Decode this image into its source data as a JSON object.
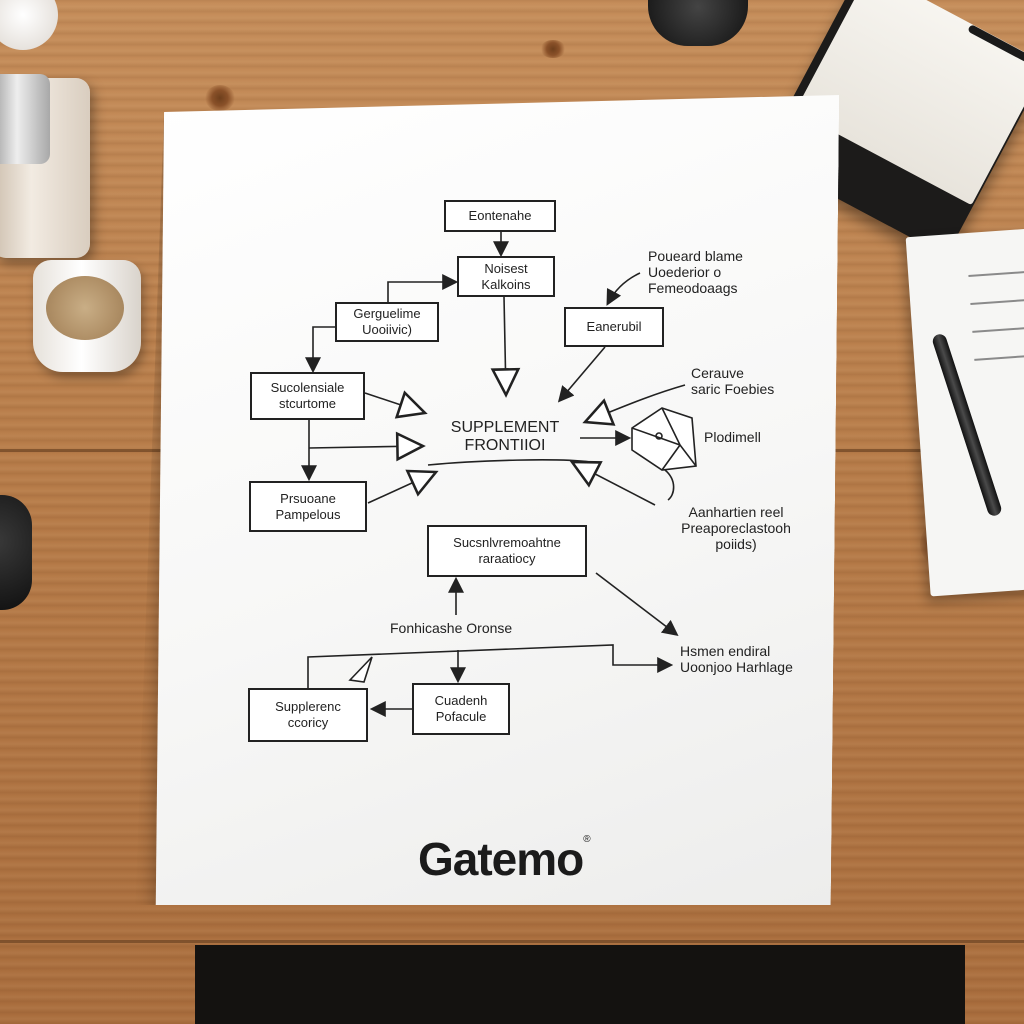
{
  "nodes": {
    "n1": "Eontenahe",
    "n2": [
      "Noisest",
      "Kalkoins"
    ],
    "n3": [
      "Gerguelime",
      "Uooiivic)"
    ],
    "n4": "Eanerubil",
    "n5": [
      "Sucolensiale",
      "stcurtome"
    ],
    "n6": [
      "Prsuoane",
      "Pampelous"
    ],
    "n7": [
      "Sucsnlvremoahtne",
      "raraatiocy"
    ],
    "n8": [
      "Supplerenc",
      "ccoricy"
    ],
    "n9": [
      "Cuadenh",
      "Pofacule"
    ]
  },
  "center": [
    "SUPPLEMENT",
    "FRONTIIOI"
  ],
  "notes": {
    "top_right": [
      "Poueard blame",
      "Uoederior o",
      "Femeodoaags"
    ],
    "mid_right": [
      "Cerauve",
      "saric Foebies"
    ],
    "polyhedron": "Plodimell",
    "lower_right": [
      "Aanhartien reel",
      "Preaporeclastooh",
      "poiids)"
    ],
    "bottom_left": "Fonhicashe Oronse",
    "bottom_right": [
      "Hsmen endiral",
      "Uoonjoo Harhlage"
    ]
  },
  "brand": {
    "name": "Gatemo",
    "mark": "®"
  },
  "colors": {
    "ink": "#222222",
    "paper": "#ffffff",
    "wood": "#b77c49"
  }
}
